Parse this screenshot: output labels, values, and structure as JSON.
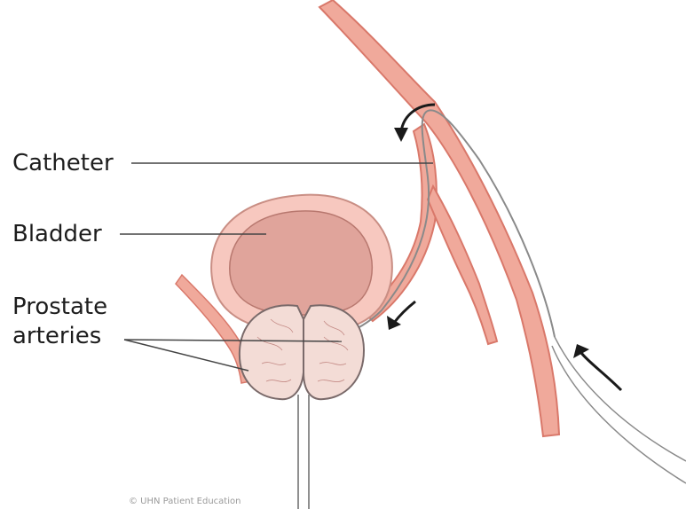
{
  "labels": {
    "catheter": "Catheter",
    "bladder": "Bladder",
    "prostate_line1": "Prostate",
    "prostate_line2": "arteries"
  },
  "credit": "© UHN Patient Education",
  "colors": {
    "artery_fill": "#f0a99b",
    "artery_edge": "#d9786a",
    "bladder_wall": "#f7c8bf",
    "bladder_lumen": "#e0a49b",
    "prostate_fill": "#f3dcd6",
    "catheter_line": "#8a8a8a",
    "arrow": "#1a1a1a",
    "leader_line": "#444444"
  },
  "icons": [
    "flow-arrow-icon",
    "flow-arrow-icon",
    "flow-arrow-icon"
  ]
}
